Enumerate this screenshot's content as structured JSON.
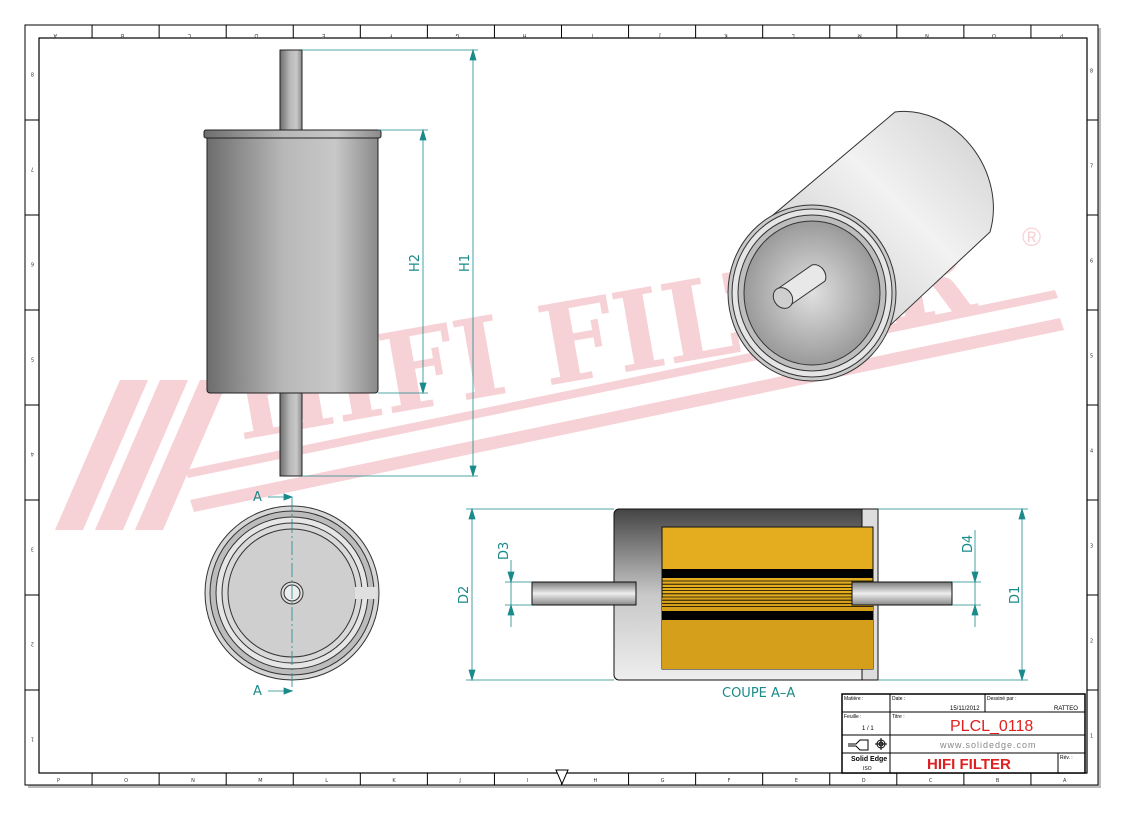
{
  "drawing": {
    "dimensions": {
      "h1": "H1",
      "h2": "H2",
      "d1": "D1",
      "d2": "D2",
      "d3": "D3",
      "d4": "D4"
    },
    "section_marker": "A",
    "section_marker_bottom": "A",
    "section_title": "COUPE A–A"
  },
  "watermark": {
    "text": "HIFI FILTER",
    "registered": "®",
    "color": "#f3c2c8"
  },
  "border": {
    "bottom_zones": [
      "P",
      "O",
      "N",
      "M",
      "L",
      "K",
      "J",
      "I",
      "H",
      "G",
      "F",
      "E",
      "D",
      "C",
      "B",
      "A"
    ],
    "side_zones": [
      "8",
      "7",
      "6",
      "5",
      "4",
      "3",
      "2",
      "1"
    ]
  },
  "title_block": {
    "material_label": "Matière :",
    "date_label": "Date :",
    "date_value": "15/11/2012",
    "drawn_by_label": "Dessiné par :",
    "drawn_by_value": "RATTEO",
    "sheet_label": "Feuille :",
    "sheet_value": "1 / 1",
    "title_label": "Titre :",
    "part_number": "PLCL_0118",
    "website": "www.solidedge.com",
    "software": "Solid Edge",
    "software_sub": "ISO",
    "brand": "HIFI FILTER",
    "revision_label": "Rév. :"
  }
}
